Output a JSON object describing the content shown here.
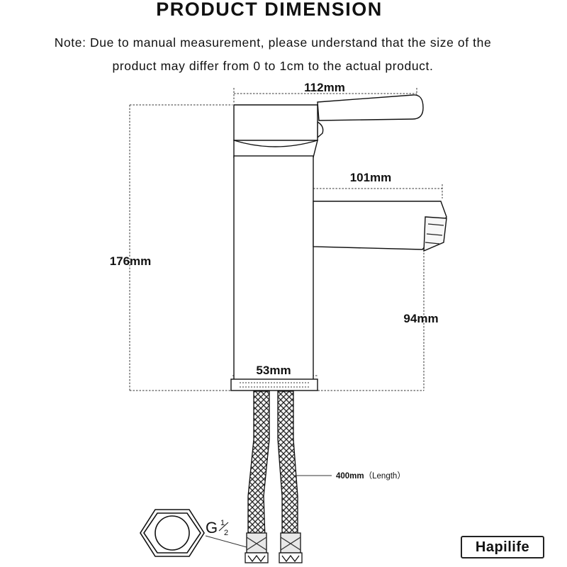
{
  "title": "PRODUCT DIMENSION",
  "note": {
    "line1": "Note: Due to manual measurement, please understand that the size of the",
    "line2": "product may differ from 0 to 1cm to the actual product."
  },
  "dimensions": {
    "handle_length": "112mm",
    "spout_length": "101mm",
    "total_height": "176mm",
    "spout_height": "94mm",
    "base_diameter": "53mm",
    "hose_length_value": "400mm",
    "hose_length_label": "（Length）",
    "thread_letter": "G",
    "thread_num": "1",
    "thread_den": "2"
  },
  "brand": "Hapilife",
  "icons": {
    "faucet": "faucet-icon",
    "hexagon-nut": "hex-nut-icon"
  }
}
